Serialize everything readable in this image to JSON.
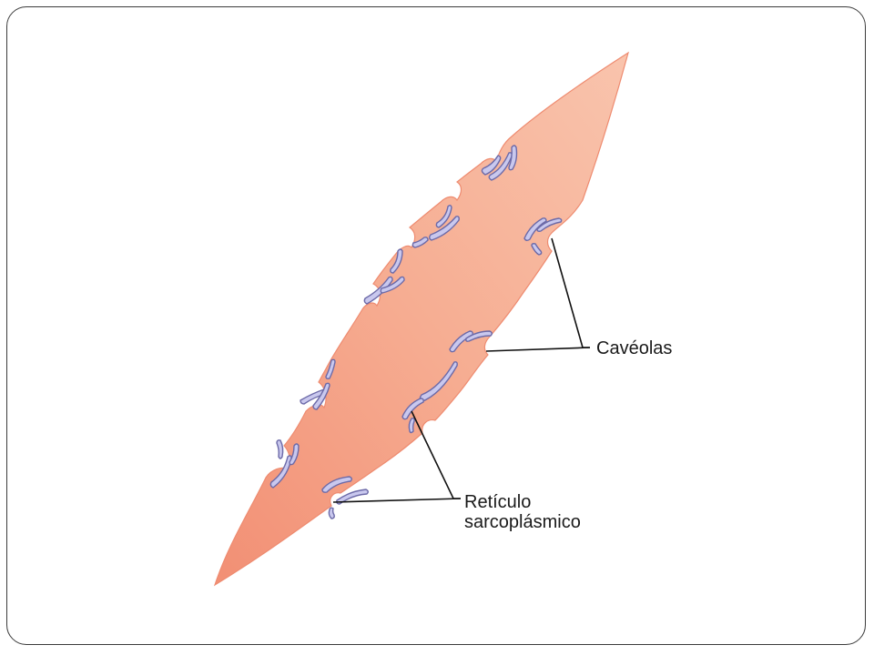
{
  "labels": {
    "caveolas": "Cavéolas",
    "reticulo_line1": "Retículo",
    "reticulo_line2": "sarcoplásmico"
  },
  "colors": {
    "cell_fill": "#f5a588",
    "cell_edge": "#ee8b70",
    "reticulum_fill": "#c9c8ee",
    "reticulum_edge": "#6c6aa8",
    "leader_line": "#111111",
    "frame_border": "#3a3a3a"
  }
}
